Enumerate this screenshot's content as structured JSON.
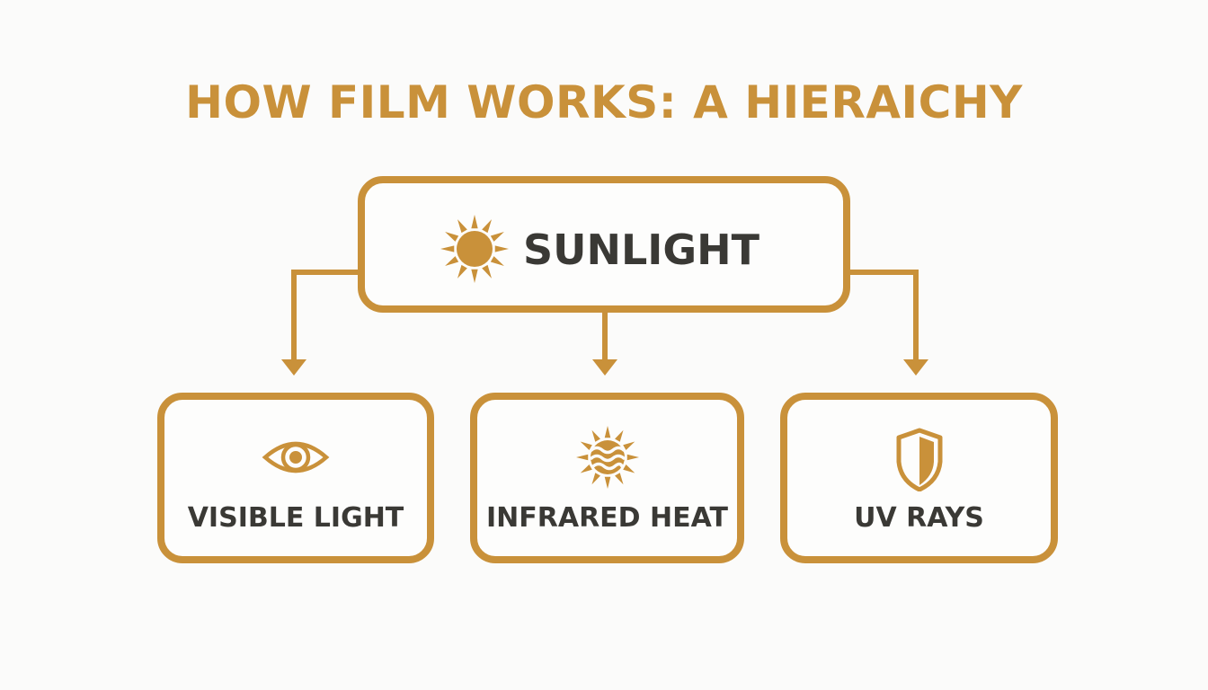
{
  "title": "HOW FILM WORKS: A HIERAICHY",
  "colors": {
    "accent": "#c9913a",
    "text_dark": "#3a3935",
    "background": "#fbfbfa"
  },
  "root": {
    "label": "SUNLIGHT",
    "icon": "sun-icon"
  },
  "children": [
    {
      "label": "VISIBLE LIGHT",
      "icon": "eye-icon"
    },
    {
      "label": "INFRARED HEAT",
      "icon": "sun-waves-icon"
    },
    {
      "label": "UV RAYS",
      "icon": "shield-icon"
    }
  ]
}
